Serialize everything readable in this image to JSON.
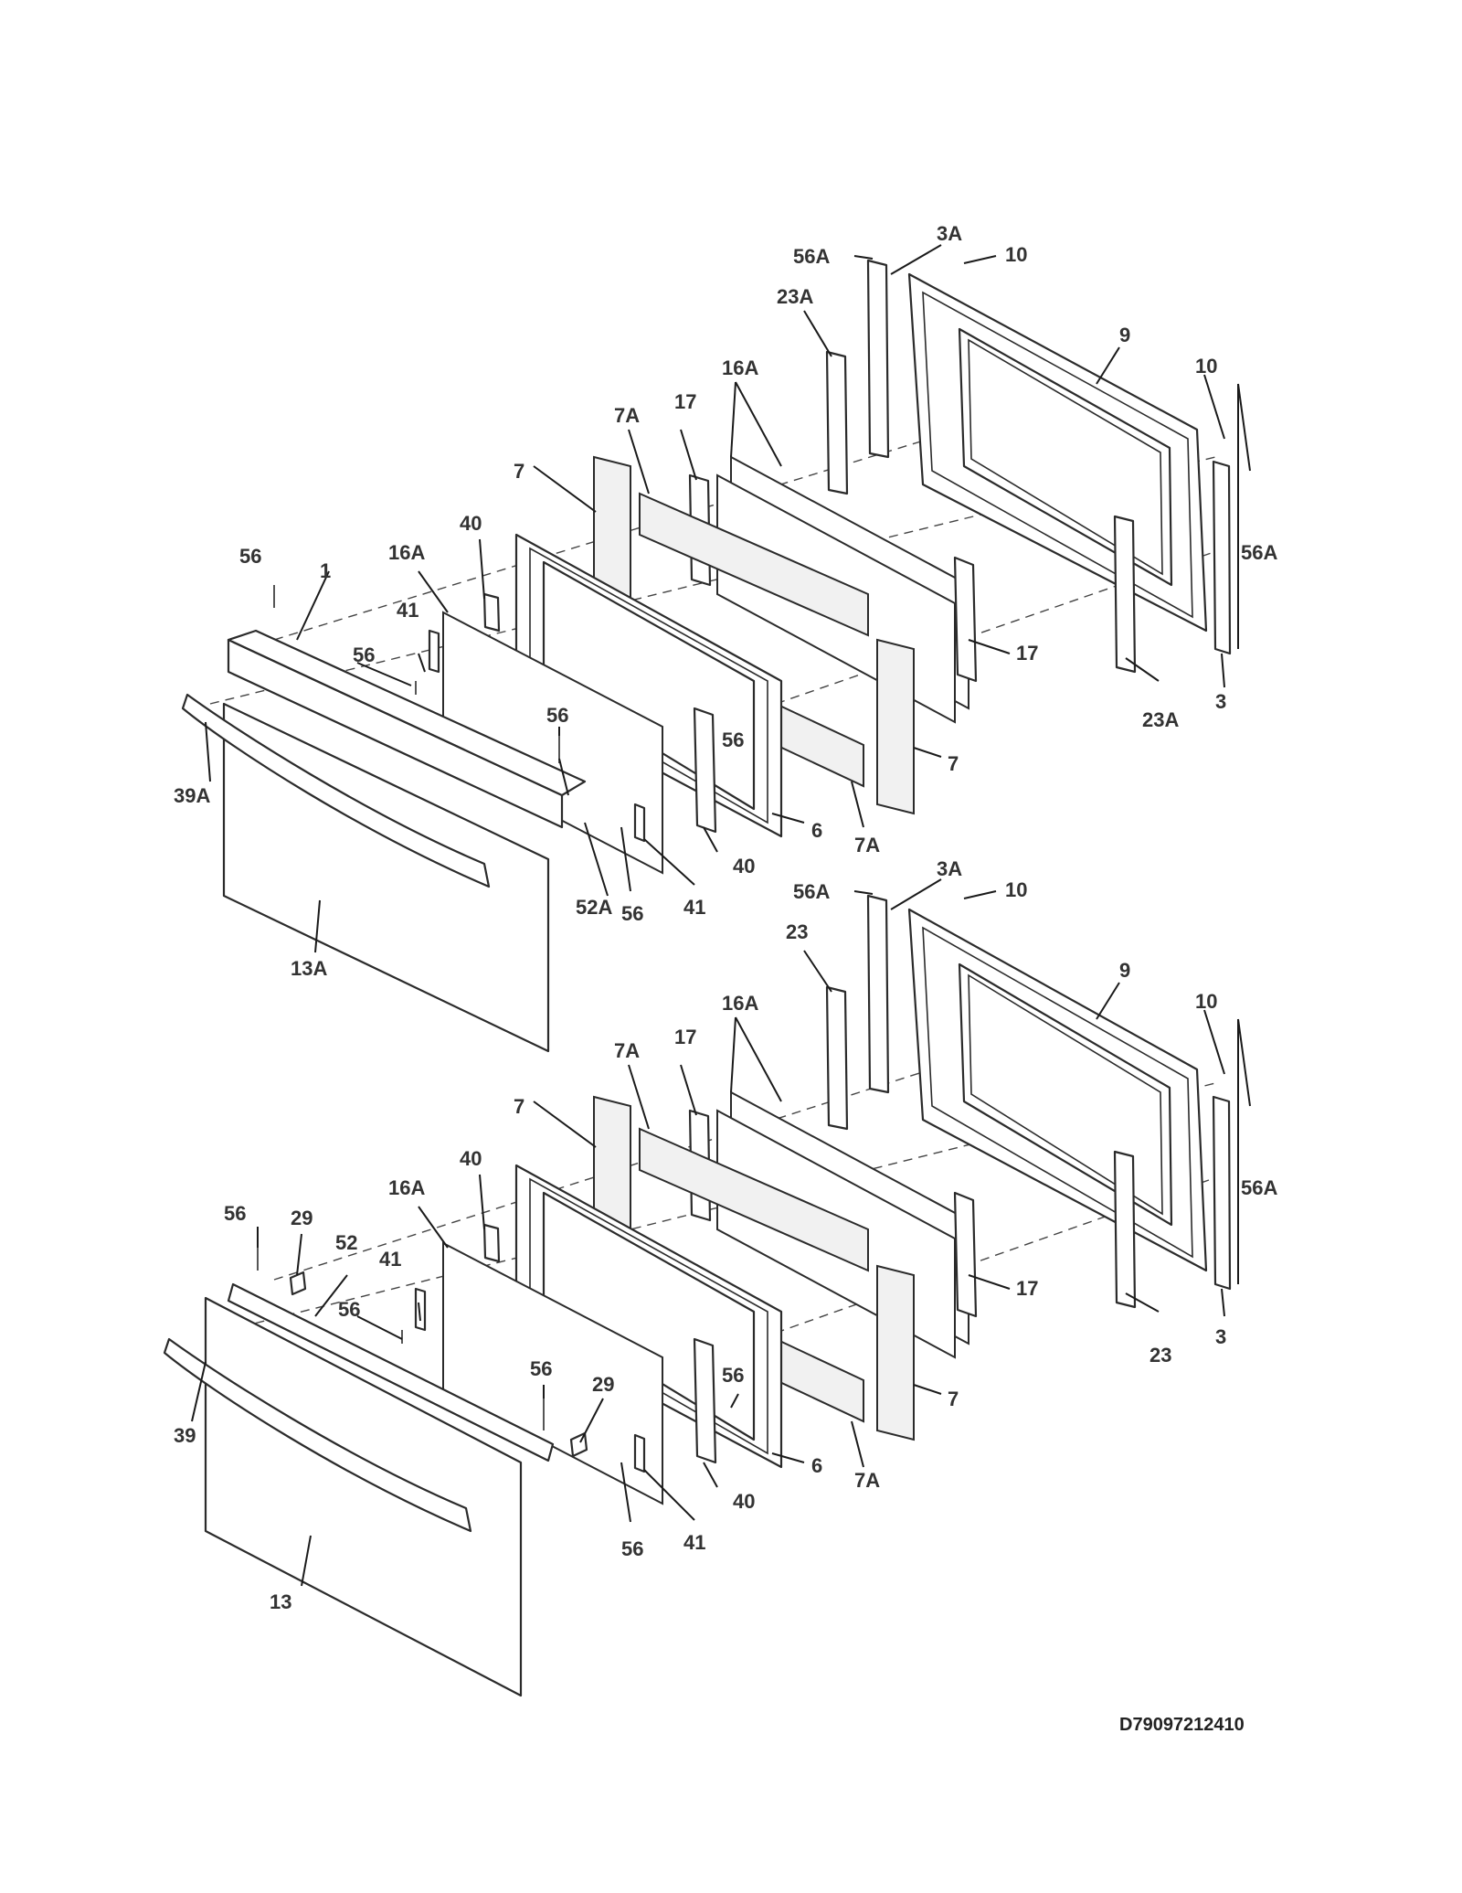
{
  "diagram": {
    "code": "D79097212410",
    "upper_door_labels": [
      "56A",
      "3A",
      "10",
      "23A",
      "9",
      "10",
      "16A",
      "7A",
      "17",
      "56A",
      "7",
      "40",
      "56",
      "1",
      "16A",
      "41",
      "56",
      "17",
      "23A",
      "3",
      "56",
      "56",
      "7",
      "39A",
      "6",
      "7A",
      "40",
      "52A",
      "56",
      "41",
      "13A"
    ],
    "lower_door_labels": [
      "56A",
      "3A",
      "10",
      "23",
      "9",
      "10",
      "16A",
      "7A",
      "17",
      "7",
      "56A",
      "40",
      "16A",
      "56",
      "29",
      "52",
      "41",
      "56",
      "17",
      "3",
      "23",
      "56",
      "29",
      "56",
      "7",
      "39",
      "6",
      "7A",
      "40",
      "56",
      "41",
      "13"
    ]
  }
}
